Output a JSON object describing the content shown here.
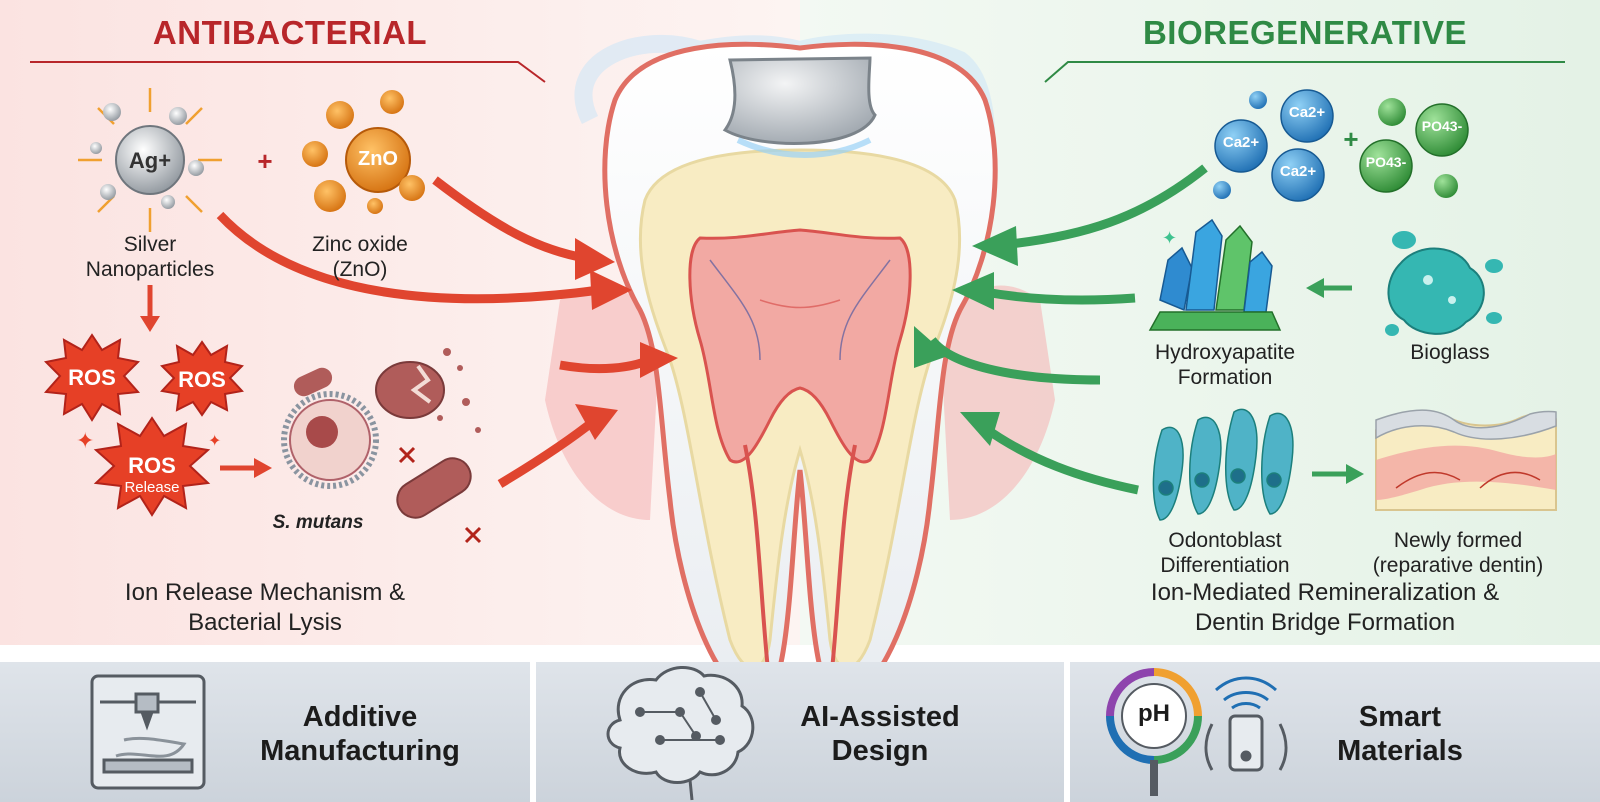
{
  "left_section": {
    "heading": "ANTIBACTERIAL",
    "silver_symbol": "Ag+",
    "silver_label": "Silver Nanoparticles",
    "plus": "+",
    "zno_symbol": "ZnO",
    "zno_label": "Zinc oxide (ZnO)",
    "ros_badges": [
      "ROS",
      "ROS",
      "ROS"
    ],
    "ros_release_sub": "Release",
    "bacteria_label": "S. mutans",
    "caption": "Ion Release Mechanism & Bacterial Lysis"
  },
  "right_section": {
    "heading": "BIOREGENERATIVE",
    "calcium_ion": "Ca2+",
    "phosphate_ion": "PO43-",
    "plus": "+",
    "hydroxyapatite_label": "Hydroxyapatite Formation",
    "bioglass_label": "Bioglass",
    "odontoblast_label": "Odontoblast Differentiation",
    "dentin_label": "Newly formed (reparative dentin)",
    "caption": "Ion-Mediated Remineralization & Dentin Bridge Formation"
  },
  "bottom_panels": [
    {
      "label": "Additive Manufacturing",
      "icon": "3d-printer-icon"
    },
    {
      "label": "AI-Assisted Design",
      "icon": "brain-circuit-icon"
    },
    {
      "label": "Smart Materials",
      "icon": "ph-sensor-icon",
      "badge": "pH"
    }
  ],
  "colors": {
    "antibacterial": "#b8262a",
    "bioregenerative": "#2f8a45",
    "arrow_red": "#e0452f",
    "arrow_green": "#3aa05a"
  }
}
